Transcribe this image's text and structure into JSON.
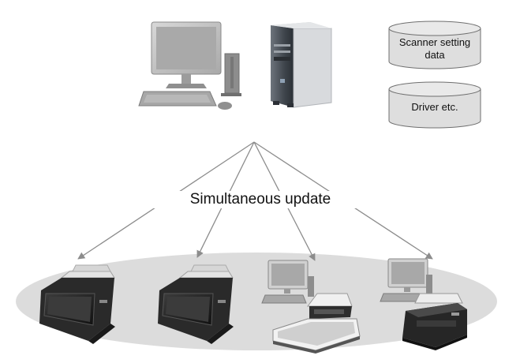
{
  "title": "Simultaneous update",
  "data_store": {
    "label": "Scanner setting data"
  },
  "driver_store": {
    "label": "Driver etc."
  },
  "icons": {
    "admin_pc": "desktop-computer-icon",
    "server": "tower-server-icon",
    "scanner": "network-scanner-icon",
    "client_pc": "desktop-computer-icon",
    "flatbed": "flatbed-scanner-icon",
    "feeder_scanner": "sheetfed-scanner-icon"
  },
  "colors": {
    "arrow": "#8c8c8c",
    "cylinder_fill": "#dedede",
    "cylinder_stroke": "#6f6f6f",
    "ellipse_fill": "#dcdcdc"
  }
}
